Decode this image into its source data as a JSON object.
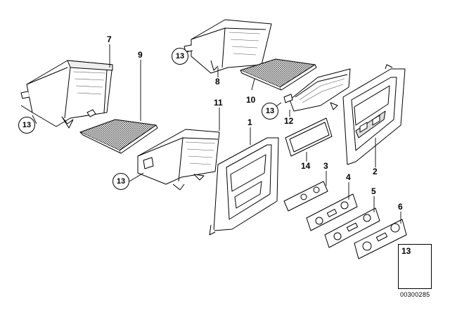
{
  "labels": {
    "l1": "1",
    "l2": "2",
    "l3": "3",
    "l4": "4",
    "l5": "5",
    "l6": "6",
    "l7": "7",
    "l8": "8",
    "l9": "9",
    "l10": "10",
    "l11": "11",
    "l12": "12",
    "l14": "14"
  },
  "callouts": {
    "c13_a": "13",
    "c13_b": "13",
    "c13_c": "13",
    "c13_d": "13"
  },
  "inset": {
    "number": "13"
  },
  "catalog_number": "00300285"
}
